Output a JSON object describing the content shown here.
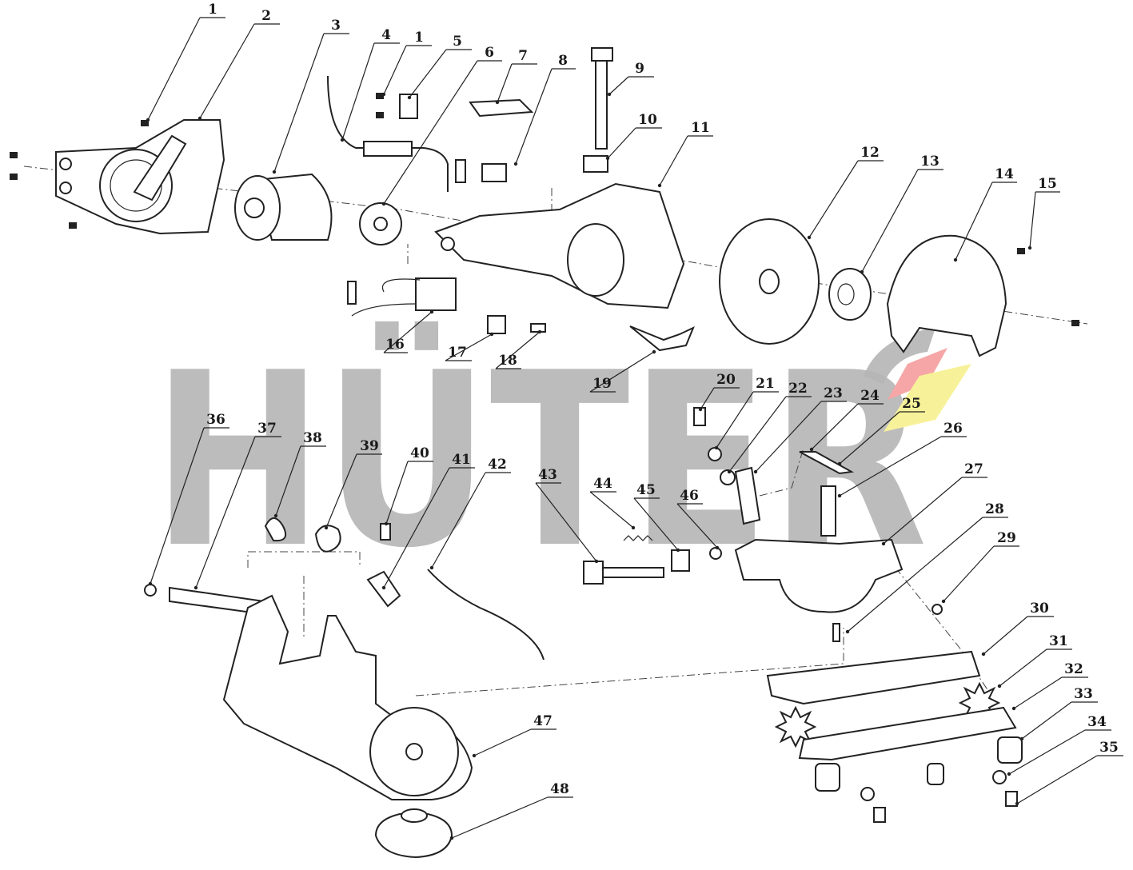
{
  "watermark": {
    "text": "HÜTER",
    "accent_colors": [
      "#f6a6a6",
      "#f7f29a"
    ]
  },
  "parts": [
    {
      "label": "1"
    },
    {
      "label": "2"
    },
    {
      "label": "3"
    },
    {
      "label": "4"
    },
    {
      "label": "1"
    },
    {
      "label": "5"
    },
    {
      "label": "6"
    },
    {
      "label": "7"
    },
    {
      "label": "8"
    },
    {
      "label": "9"
    },
    {
      "label": "10"
    },
    {
      "label": "11"
    },
    {
      "label": "12"
    },
    {
      "label": "13"
    },
    {
      "label": "14"
    },
    {
      "label": "15"
    },
    {
      "label": "16"
    },
    {
      "label": "17"
    },
    {
      "label": "18"
    },
    {
      "label": "19"
    },
    {
      "label": "20"
    },
    {
      "label": "21"
    },
    {
      "label": "22"
    },
    {
      "label": "23"
    },
    {
      "label": "24"
    },
    {
      "label": "25"
    },
    {
      "label": "26"
    },
    {
      "label": "27"
    },
    {
      "label": "28"
    },
    {
      "label": "29"
    },
    {
      "label": "30"
    },
    {
      "label": "31"
    },
    {
      "label": "32"
    },
    {
      "label": "33"
    },
    {
      "label": "34"
    },
    {
      "label": "35"
    },
    {
      "label": "36"
    },
    {
      "label": "37"
    },
    {
      "label": "38"
    },
    {
      "label": "39"
    },
    {
      "label": "40"
    },
    {
      "label": "41"
    },
    {
      "label": "42"
    },
    {
      "label": "43"
    },
    {
      "label": "44"
    },
    {
      "label": "45"
    },
    {
      "label": "46"
    },
    {
      "label": "47"
    },
    {
      "label": "48"
    }
  ]
}
